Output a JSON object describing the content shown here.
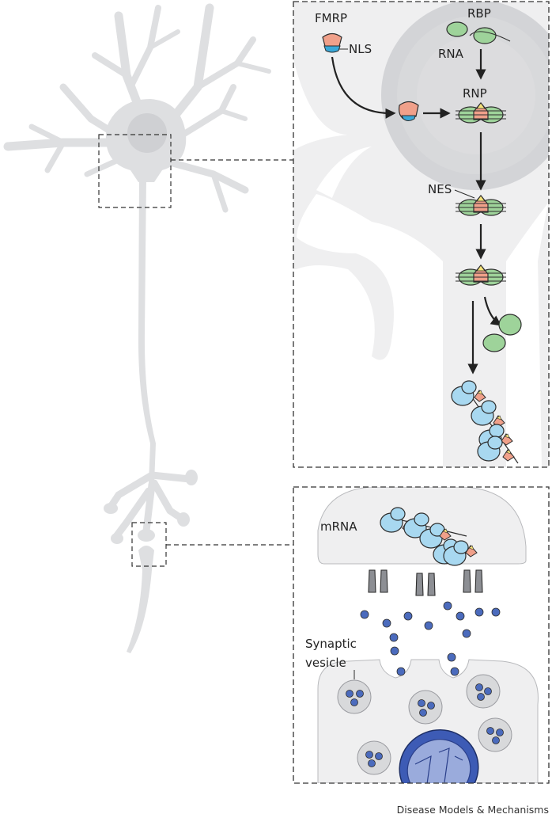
{
  "labels": {
    "fmrp": "FMRP",
    "nls": "NLS",
    "rbp": "RBP",
    "rna": "RNA",
    "rnp": "RNP",
    "nes": "NES",
    "mrna": "mRNA",
    "synaptic": "Synaptic",
    "vesicle": "vesicle"
  },
  "credit": "Disease Models & Mechanisms",
  "colors": {
    "neuron": "#dedfe1",
    "panel_bg": "#efeff0",
    "nucleus": "#cfd0d3",
    "fmrp": "#f0a08a",
    "nls": "#3aa8d8",
    "nes": "#f5e27a",
    "rbp": "#9ed39a",
    "ribosome": "#a8d8f0",
    "vesicle_dot": "#4b6bbd",
    "mitochondrion": "#3d5bb5",
    "receptor": "#8d8f94"
  }
}
